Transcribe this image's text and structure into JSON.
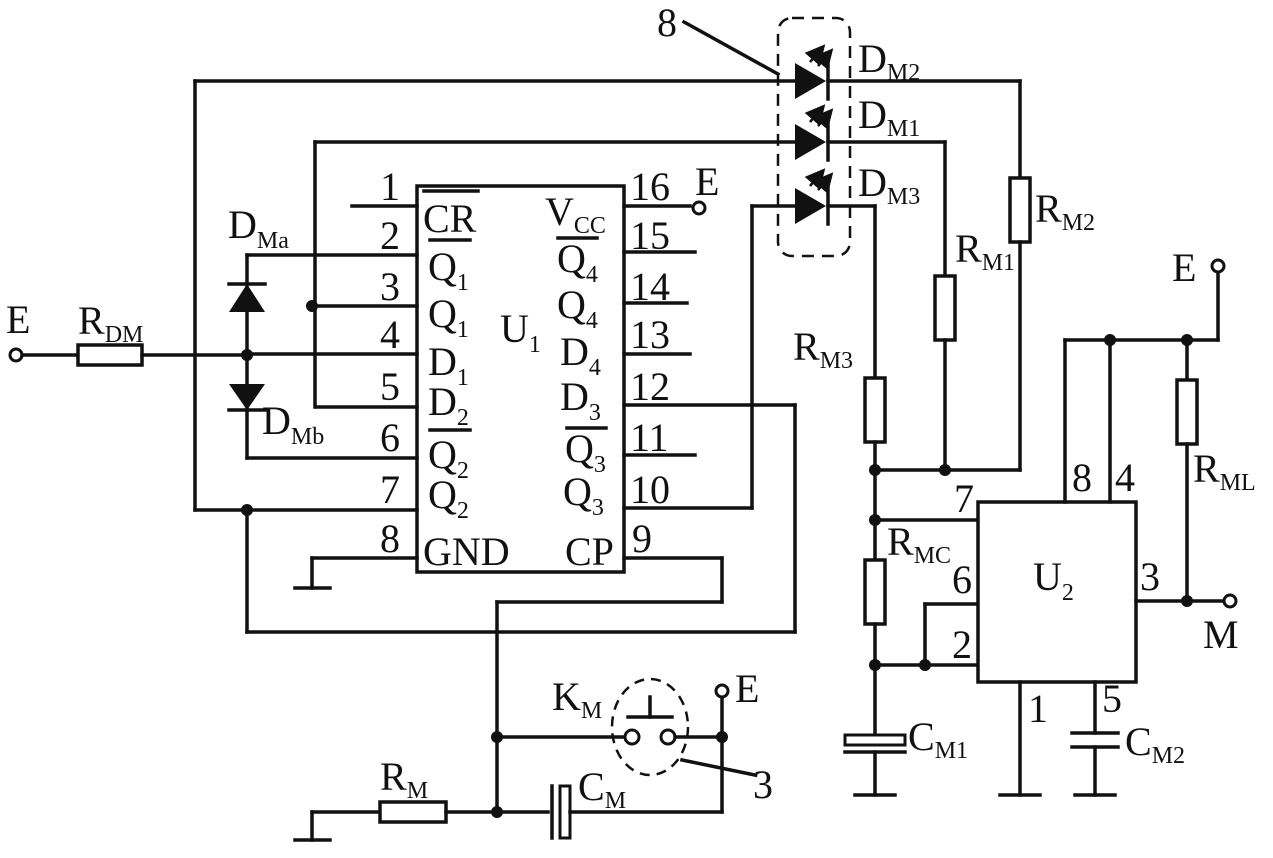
{
  "ic_u1": {
    "name": "U",
    "name_sub": "1",
    "left_pins": [
      {
        "num": "1",
        "text": "CR",
        "overbar": true
      },
      {
        "num": "2",
        "text": "Q",
        "sub": "1",
        "overbar": true
      },
      {
        "num": "3",
        "text": "Q",
        "sub": "1",
        "overbar": false
      },
      {
        "num": "4",
        "text": "D",
        "sub": "1",
        "overbar": false
      },
      {
        "num": "5",
        "text": "D",
        "sub": "2",
        "overbar": false
      },
      {
        "num": "6",
        "text": "Q",
        "sub": "2",
        "overbar": true
      },
      {
        "num": "7",
        "text": "Q",
        "sub": "2",
        "overbar": false
      },
      {
        "num": "8",
        "text": "GND",
        "overbar": false
      }
    ],
    "right_pins": [
      {
        "num": "16",
        "text": "V",
        "sub": "CC",
        "overbar": false
      },
      {
        "num": "15",
        "text": "Q",
        "sub": "4",
        "overbar": true
      },
      {
        "num": "14",
        "text": "Q",
        "sub": "4",
        "overbar": false
      },
      {
        "num": "13",
        "text": "D",
        "sub": "4",
        "overbar": false
      },
      {
        "num": "12",
        "text": "D",
        "sub": "3",
        "overbar": false
      },
      {
        "num": "11",
        "text": "Q",
        "sub": "3",
        "overbar": true
      },
      {
        "num": "10",
        "text": "Q",
        "sub": "3",
        "overbar": false
      },
      {
        "num": "9",
        "text": "CP",
        "overbar": false
      }
    ]
  },
  "ic_u2": {
    "name": "U",
    "name_sub": "2",
    "pins": {
      "p1": "1",
      "p2": "2",
      "p3": "3",
      "p4": "4",
      "p5": "5",
      "p6": "6",
      "p7": "7",
      "p8": "8"
    }
  },
  "components": {
    "R_DM": {
      "main": "R",
      "sub": "DM"
    },
    "D_Ma": {
      "main": "D",
      "sub": "Ma"
    },
    "D_Mb": {
      "main": "D",
      "sub": "Mb"
    },
    "D_M1": {
      "main": "D",
      "sub": "M1"
    },
    "D_M2": {
      "main": "D",
      "sub": "M2"
    },
    "D_M3": {
      "main": "D",
      "sub": "M3"
    },
    "R_M1": {
      "main": "R",
      "sub": "M1"
    },
    "R_M2": {
      "main": "R",
      "sub": "M2"
    },
    "R_M3": {
      "main": "R",
      "sub": "M3"
    },
    "R_MC": {
      "main": "R",
      "sub": "MC"
    },
    "R_ML": {
      "main": "R",
      "sub": "ML"
    },
    "C_M1": {
      "main": "C",
      "sub": "M1"
    },
    "C_M2": {
      "main": "C",
      "sub": "M2"
    },
    "K_M": {
      "main": "K",
      "sub": "M"
    },
    "R_M": {
      "main": "R",
      "sub": "M"
    },
    "C_M": {
      "main": "C",
      "sub": "M"
    }
  },
  "terminals": {
    "E_left": "E",
    "E_vcc": "E",
    "E_top_right": "E",
    "E_switch": "E",
    "M_out": "M"
  },
  "callouts": {
    "led_group": "8",
    "switch_group": "3"
  }
}
